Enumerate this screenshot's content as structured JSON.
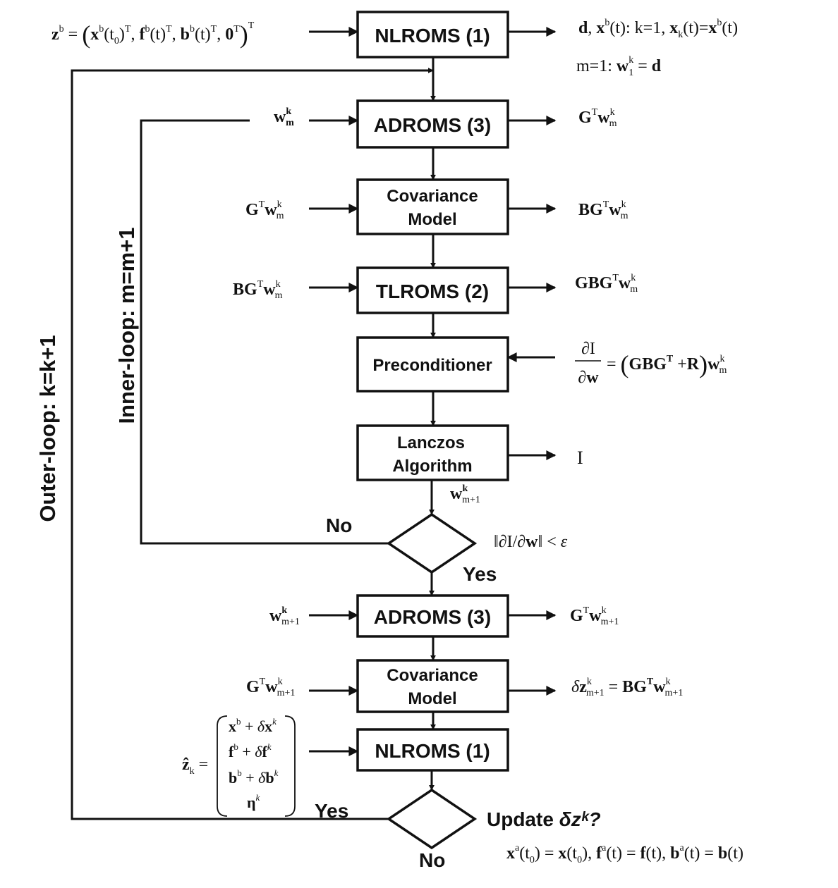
{
  "boxes": {
    "nlroms_top": "NLROMS (1)",
    "adroms_1": "ADROMS (3)",
    "covariance_1_line1": "Covariance",
    "covariance_1_line2": "Model",
    "tlroms": "TLROMS (2)",
    "preconditioner": "Preconditioner",
    "lanczos_line1": "Lanczos",
    "lanczos_line2": "Algorithm",
    "adroms_2": "ADROMS (3)",
    "covariance_2_line1": "Covariance",
    "covariance_2_line2": "Model",
    "nlroms_bottom": "NLROMS (1)"
  },
  "decisions": {
    "convergence_no": "No",
    "convergence_yes": "Yes",
    "update_yes": "Yes",
    "update_no": "No",
    "update_question_text": "Update ",
    "update_question_var": "δzᵏ?"
  },
  "loops": {
    "inner": "Inner-loop: m=m+1",
    "outer": "Outer-loop: k=k+1"
  },
  "math": {
    "I": "I",
    "eps": "ε"
  },
  "colors": {
    "line": "#111111",
    "box_fill": "#ffffff",
    "background": "#ffffff"
  }
}
